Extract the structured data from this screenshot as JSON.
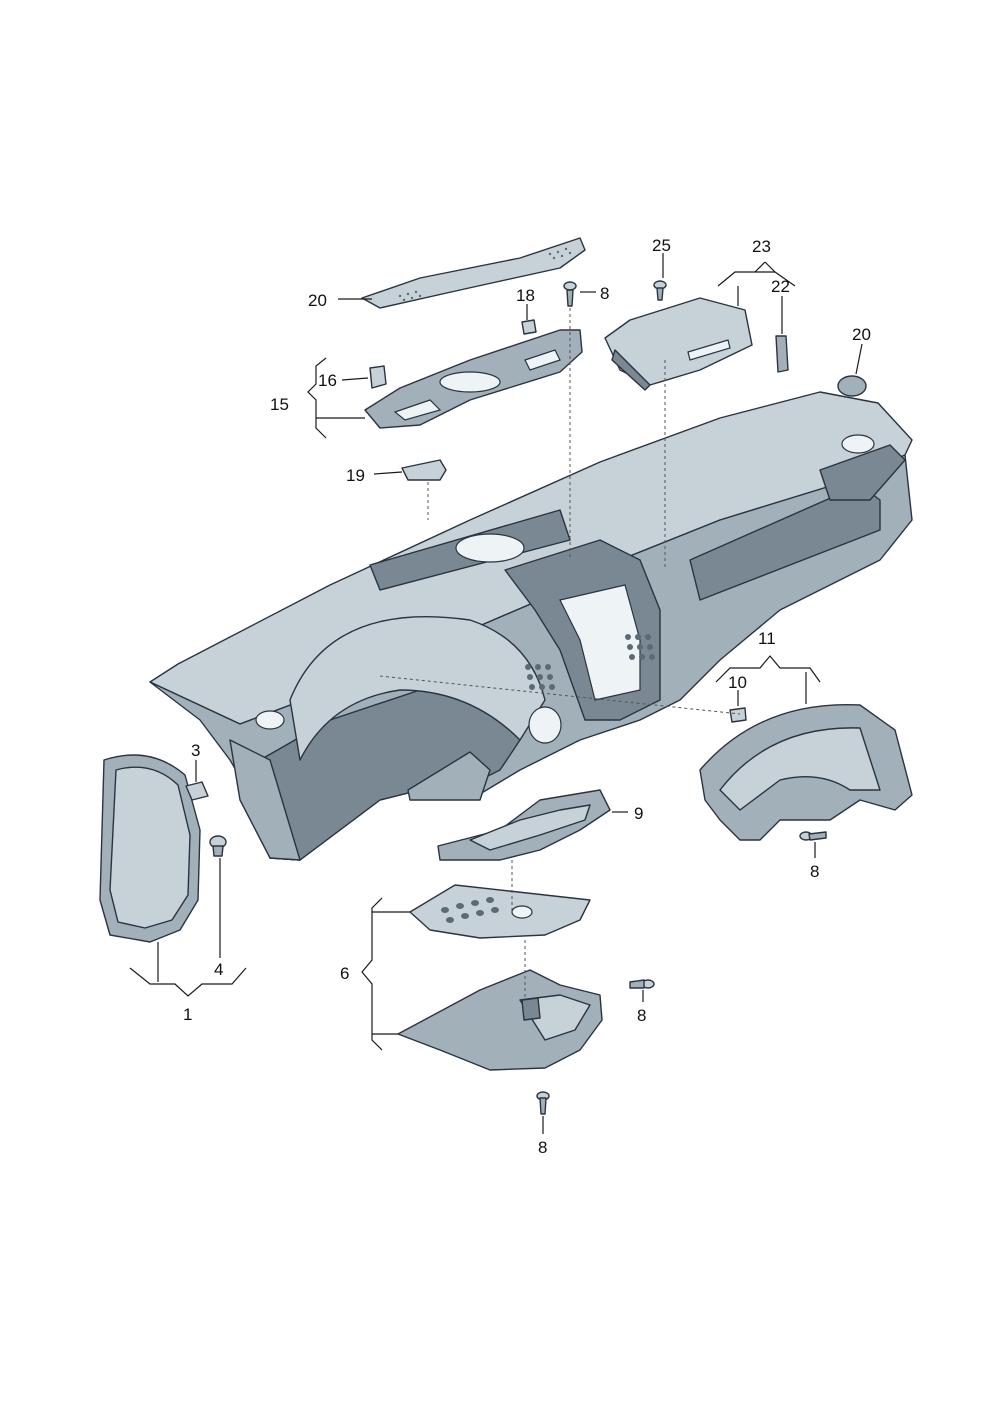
{
  "callouts": {
    "c20_top": "20",
    "c18": "18",
    "c8_top": "8",
    "c25": "25",
    "c23": "23",
    "c22": "22",
    "c20_right": "20",
    "c16": "16",
    "c15": "15",
    "c19": "19",
    "c11": "11",
    "c10": "10",
    "c3": "3",
    "c9": "9",
    "c8_cluster": "8",
    "c4": "4",
    "c1": "1",
    "c6": "6",
    "c8_lower": "8",
    "c8_bottom": "8"
  }
}
